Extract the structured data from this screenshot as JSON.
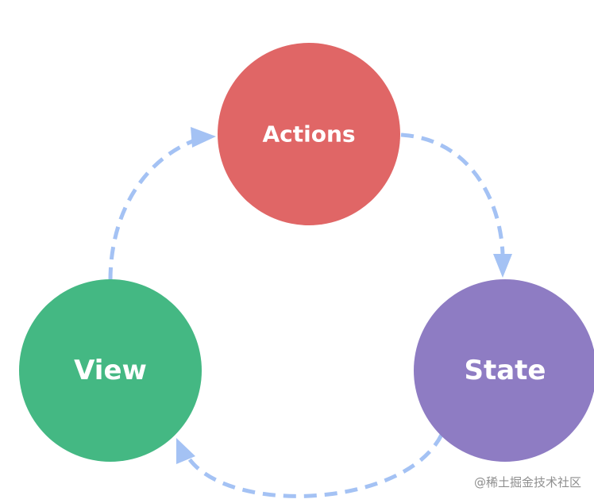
{
  "nodes": {
    "actions": {
      "label": "Actions",
      "color": "#e06666"
    },
    "state": {
      "label": "State",
      "color": "#8e7cc3"
    },
    "view": {
      "label": "View",
      "color": "#44b883"
    }
  },
  "arrow_color": "#a4c2f4",
  "watermark": "@稀土掘金技术社区"
}
